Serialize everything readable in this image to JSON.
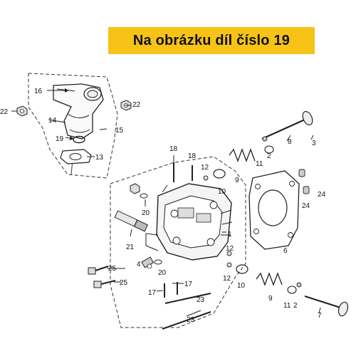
{
  "banner": {
    "text": "Na obrázku díl číslo 19"
  },
  "parts": {
    "p1": "1",
    "p2a": "2",
    "p2b": "2",
    "p3": "3",
    "p4": "4",
    "p6": "6",
    "p7": "7",
    "p8": "8",
    "p9a": "9",
    "p9b": "9",
    "p10a": "10",
    "p10b": "10",
    "p11a": "11",
    "p11b": "11",
    "p12a": "12",
    "p12b": "12",
    "p12c": "12",
    "p13": "13",
    "p14": "14",
    "p15": "15",
    "p16": "16",
    "p17a": "17",
    "p17b": "17",
    "p18a": "18",
    "p18b": "18",
    "p19": "19",
    "p20a": "20",
    "p20b": "20",
    "p21": "21",
    "p22a": "22",
    "p22b": "22",
    "p23a": "23",
    "p23b": "23",
    "p24a": "24",
    "p24b": "24",
    "p25a": "25",
    "p25b": "25"
  },
  "colors": {
    "banner": "#f6c316",
    "line": "#222222",
    "callout_arrow": "#222222"
  }
}
